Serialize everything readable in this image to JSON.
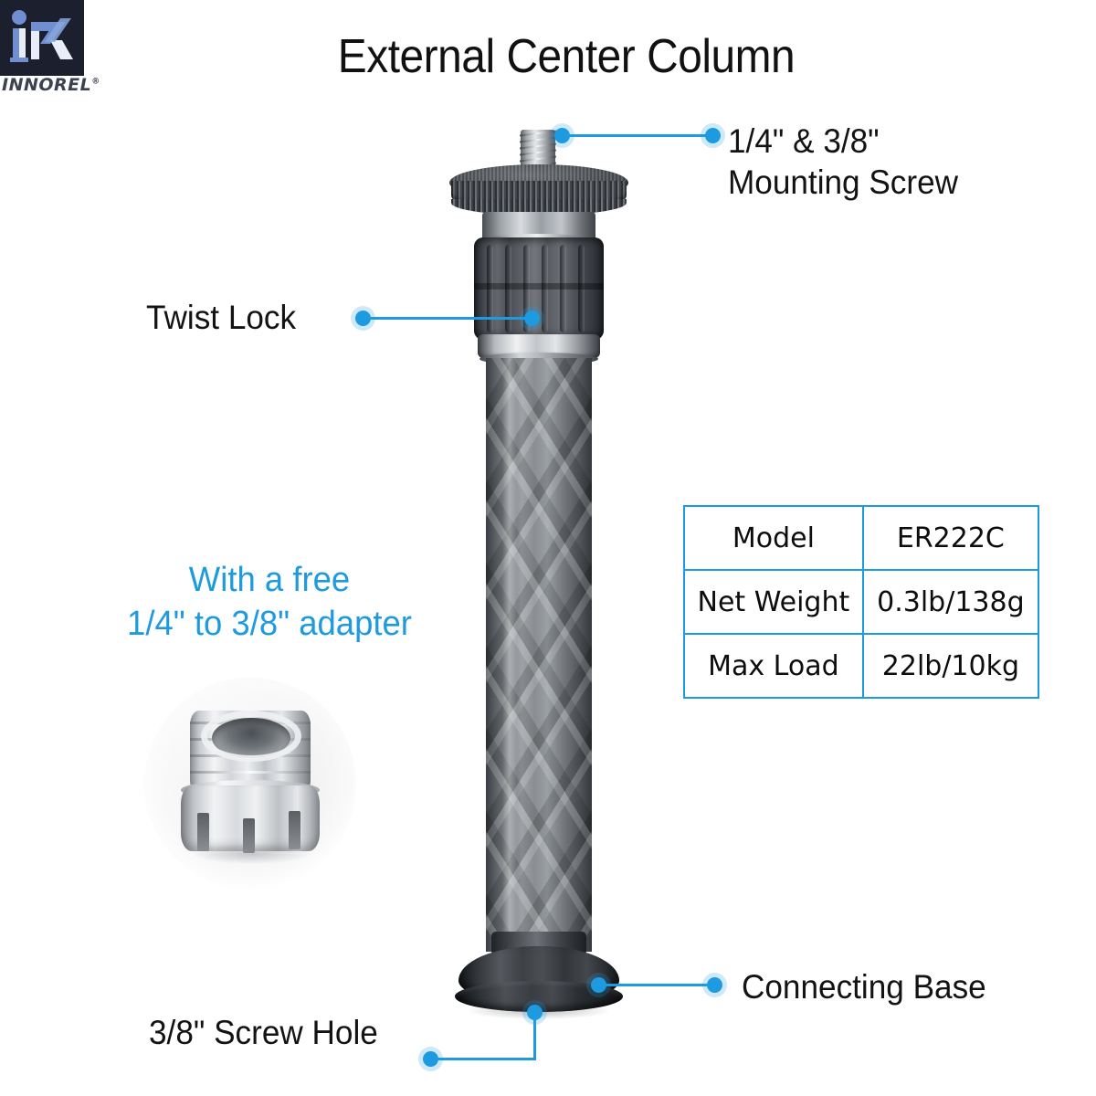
{
  "brand": {
    "wordmark": "INNOREL",
    "registered": "®",
    "mark_alt": "ir-monogram-logo"
  },
  "header": {
    "title": "External Center Column"
  },
  "callouts": [
    {
      "id": "mounting-screw",
      "text": "1/4\" & 3/8\"\nMounting Screw"
    },
    {
      "id": "twist-lock",
      "text": "Twist Lock"
    },
    {
      "id": "connecting-base",
      "text": "Connecting Base"
    },
    {
      "id": "screw-hole",
      "text": "3/8\" Screw Hole"
    }
  ],
  "promo": {
    "text": "With a free\n1/4\" to 3/8\" adapter"
  },
  "spec_table": {
    "rows": [
      {
        "label": "Model",
        "value": "ER222C"
      },
      {
        "label": "Net Weight",
        "value": "0.3lb/138g"
      },
      {
        "label": "Max Load",
        "value": "22lb/10kg"
      }
    ]
  },
  "colors": {
    "accent_blue": "#1e9be0",
    "logo_navy": "#1b1f2e",
    "text_black": "#131313"
  }
}
